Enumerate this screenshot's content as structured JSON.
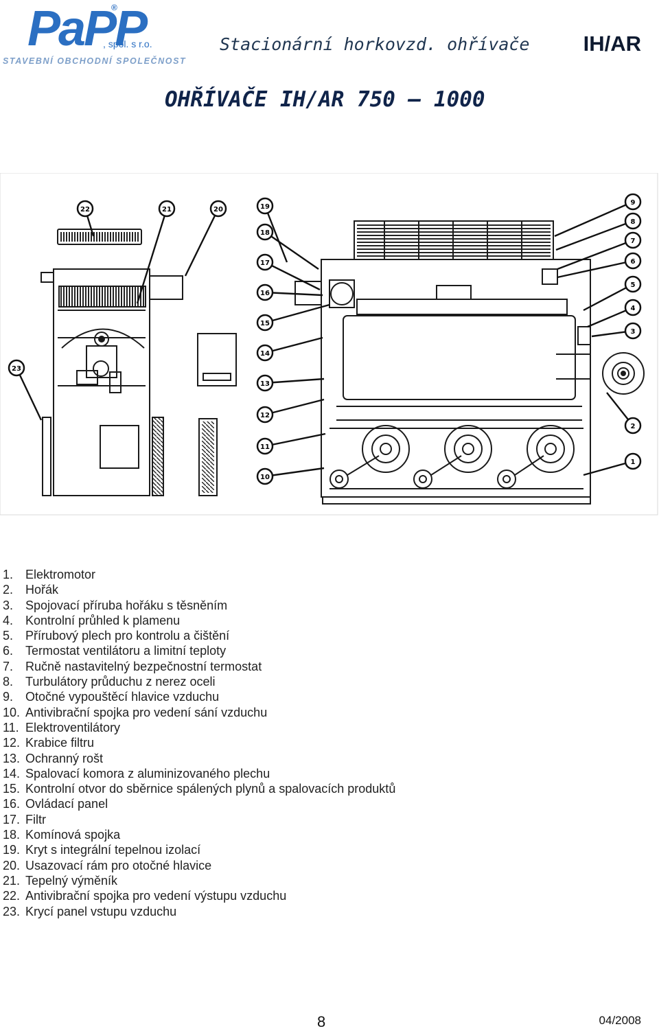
{
  "logo": {
    "part1": "Pa",
    "part2": "PP",
    "reg": "®",
    "spol": ", spol. s r.o.",
    "tagline": "STAVEBNÍ OBCHODNÍ SPOLEČNOST"
  },
  "header": {
    "subtitle": "Stacionární horkovzd. ohřívače",
    "code": "IH/AR"
  },
  "title": "OHŘÍVAČE IH/AR 750 – 1000",
  "drawing": {
    "callouts": [
      "1",
      "2",
      "3",
      "4",
      "5",
      "6",
      "7",
      "8",
      "9",
      "10",
      "11",
      "12",
      "13",
      "14",
      "15",
      "16",
      "17",
      "18",
      "19",
      "20",
      "21",
      "22",
      "23"
    ]
  },
  "legend": [
    {
      "num": "1.",
      "text": "Elektromotor"
    },
    {
      "num": "2.",
      "text": "Hořák"
    },
    {
      "num": "3.",
      "text": "Spojovací příruba hořáku s těsněním"
    },
    {
      "num": "4.",
      "text": "Kontrolní průhled k plamenu"
    },
    {
      "num": "5.",
      "text": "Přírubový plech pro kontrolu a čištění"
    },
    {
      "num": "6.",
      "text": "Termostat ventilátoru a limitní teploty"
    },
    {
      "num": "7.",
      "text": "Ručně nastavitelný bezpečnostní termostat"
    },
    {
      "num": "8.",
      "text": "Turbulátory průduchu z nerez oceli"
    },
    {
      "num": "9.",
      "text": "Otočné vypouštěcí hlavice vzduchu"
    },
    {
      "num": "10.",
      "text": "Antivibrační spojka pro vedení sání vzduchu"
    },
    {
      "num": "11.",
      "text": "Elektroventilátory"
    },
    {
      "num": "12.",
      "text": "Krabice filtru"
    },
    {
      "num": "13.",
      "text": "Ochranný rošt"
    },
    {
      "num": "14.",
      "text": "Spalovací komora z aluminizovaného plechu"
    },
    {
      "num": "15.",
      "text": "Kontrolní otvor do sběrnice spálených plynů a spalovacích produktů"
    },
    {
      "num": "16.",
      "text": "Ovládací panel"
    },
    {
      "num": "17.",
      "text": "Filtr"
    },
    {
      "num": "18.",
      "text": "Komínová spojka"
    },
    {
      "num": "19.",
      "text": "Kryt s integrální tepelnou izolací"
    },
    {
      "num": "20.",
      "text": "Usazovací rám pro otočné hlavice"
    },
    {
      "num": "21.",
      "text": "Tepelný výměník"
    },
    {
      "num": "22.",
      "text": "Antivibrační spojka pro vedení výstupu vzduchu"
    },
    {
      "num": "23.",
      "text": "Krycí panel vstupu vzduchu"
    }
  ],
  "footer": {
    "page": "8",
    "date": "04/2008"
  }
}
